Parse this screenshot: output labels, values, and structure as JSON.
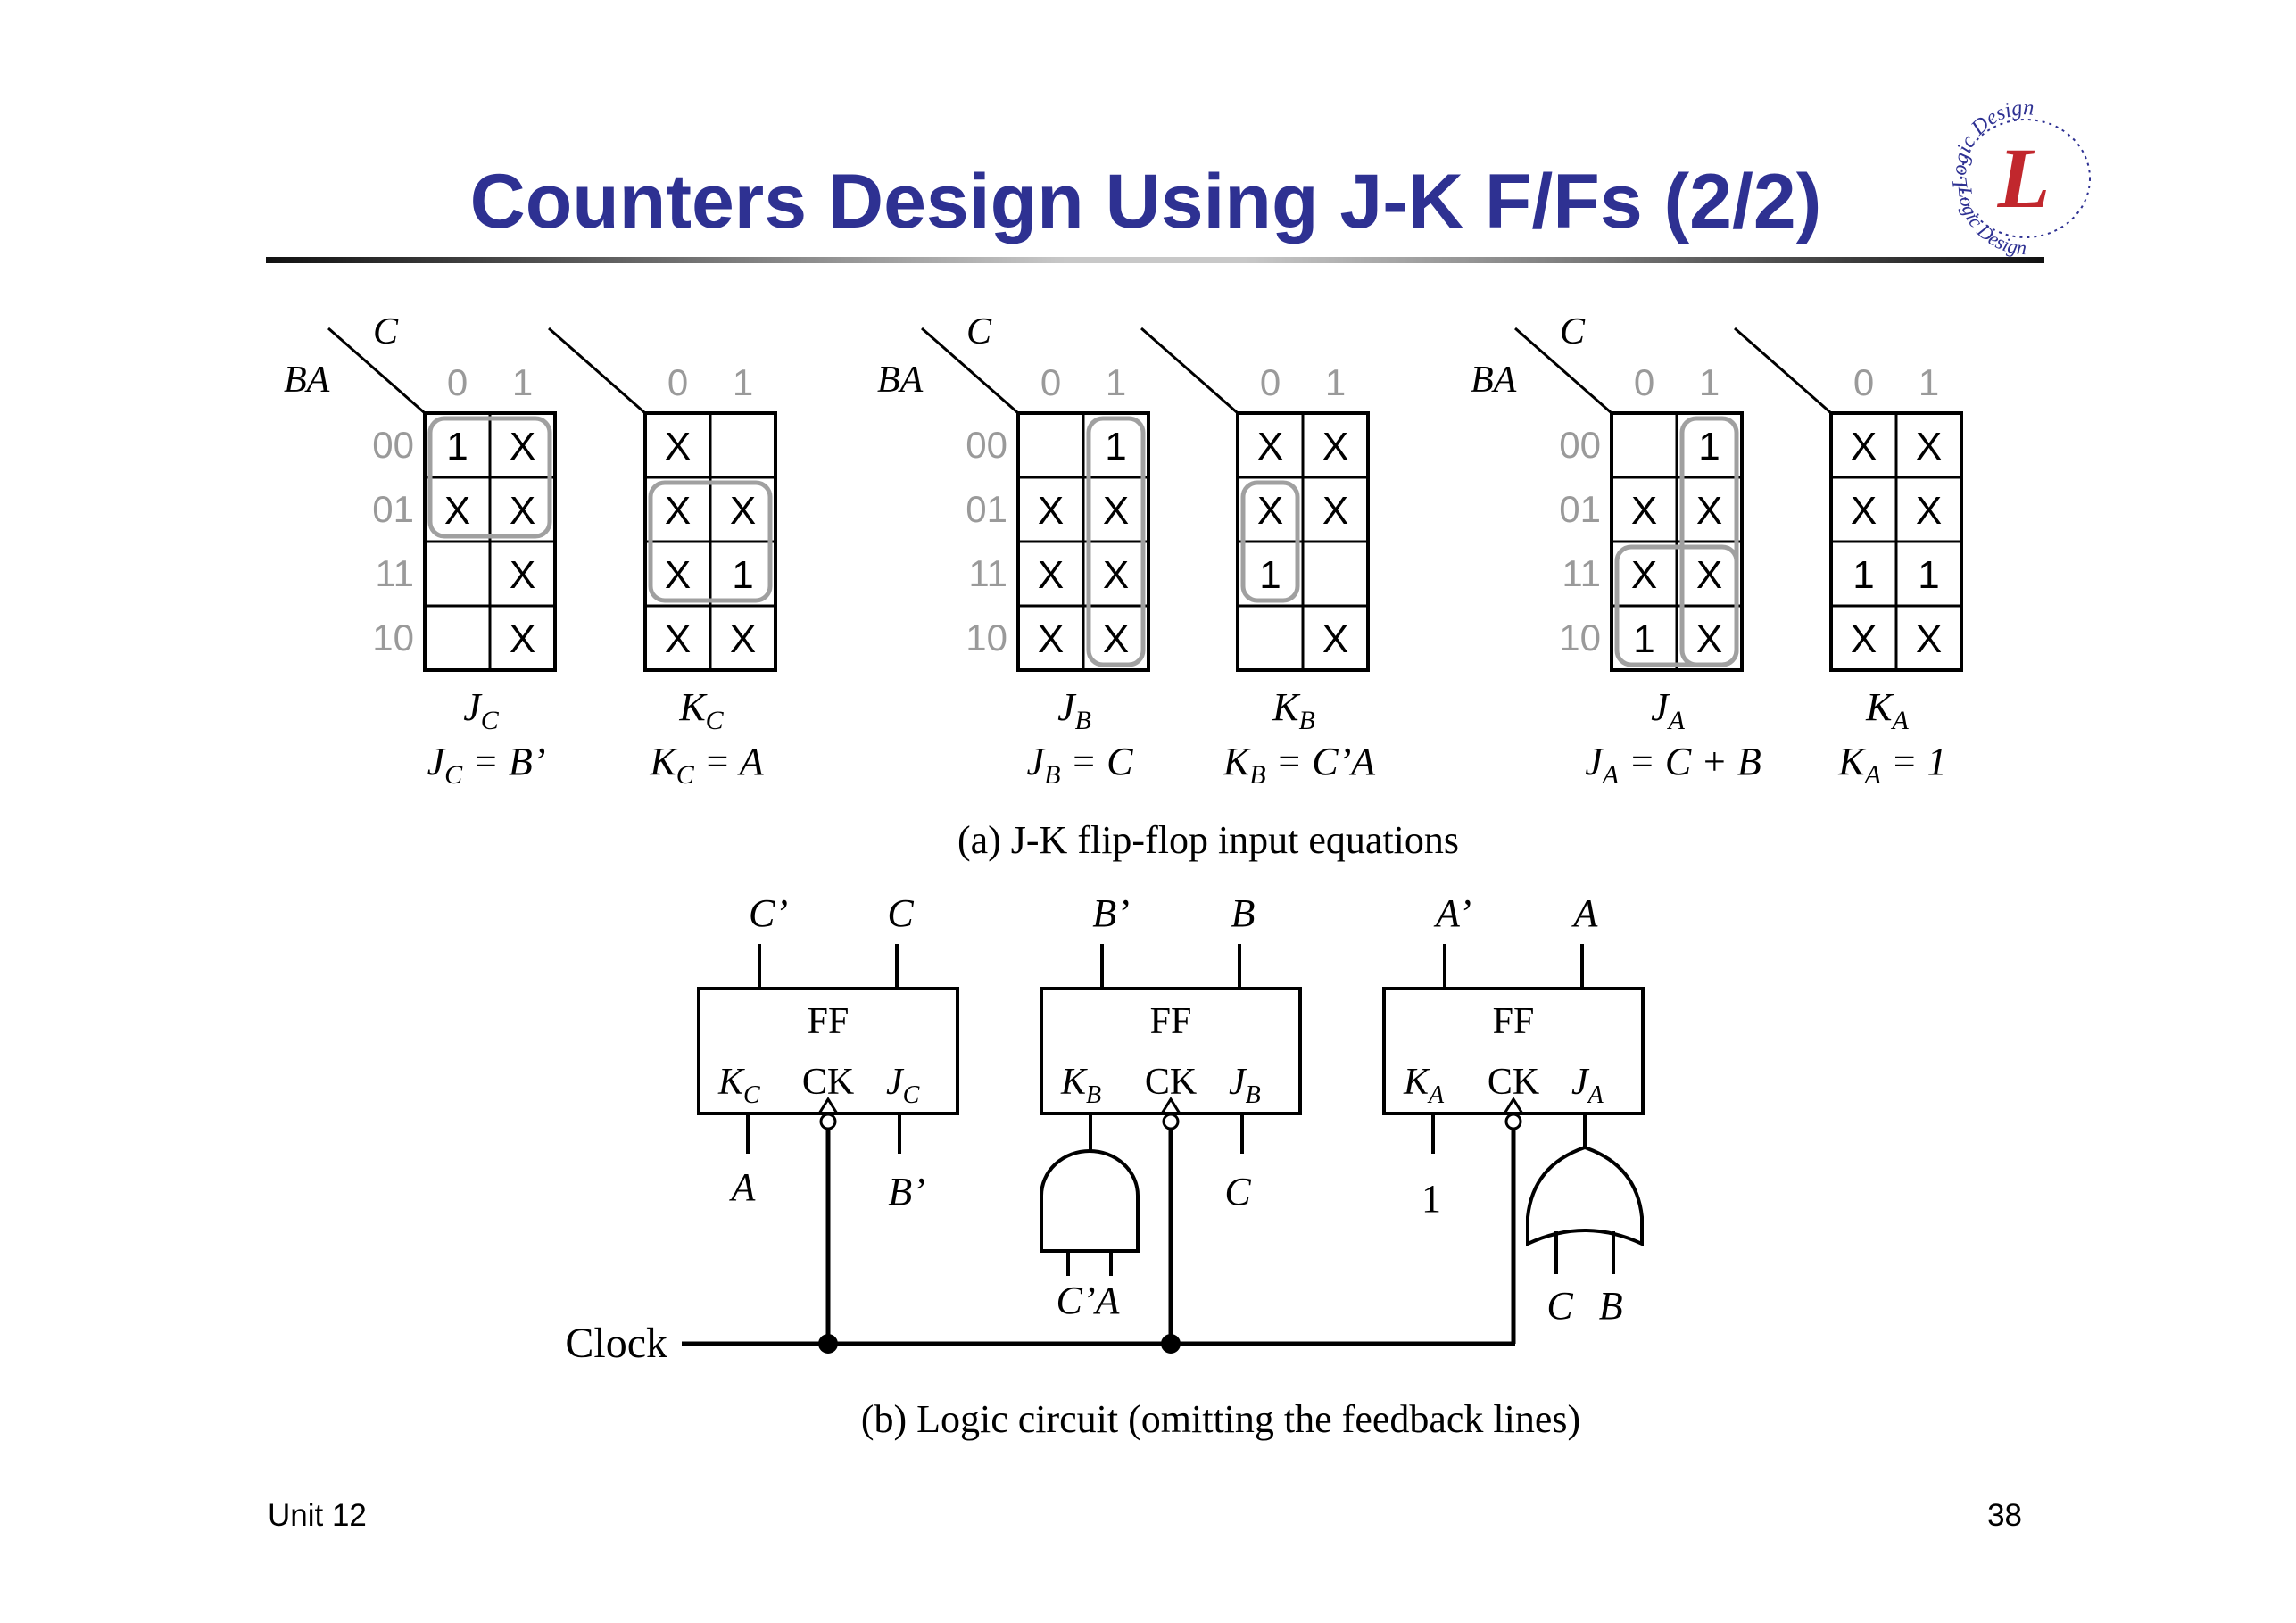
{
  "title": "Counters Design Using J-K F/Fs (2/2)",
  "logo": {
    "text_top": "Logic Design",
    "text_bottom": "Logic Design",
    "letter": "L"
  },
  "footer": {
    "unit": "Unit 12",
    "page": "38"
  },
  "kmap_axes": {
    "col_var": "C",
    "row_var": "BA",
    "col_headers": [
      "0",
      "1"
    ],
    "row_headers": [
      "00",
      "01",
      "11",
      "10"
    ]
  },
  "kmaps": [
    {
      "id": "jc",
      "has_labels": true,
      "cells": [
        [
          "1",
          "X"
        ],
        [
          "X",
          "X"
        ],
        [
          "",
          "X"
        ],
        [
          "",
          "X"
        ]
      ],
      "name": "J",
      "sub": "C",
      "eq_rhs": "= B’"
    },
    {
      "id": "kc",
      "has_labels": false,
      "cells": [
        [
          "X",
          ""
        ],
        [
          "X",
          "X"
        ],
        [
          "X",
          "1"
        ],
        [
          "X",
          "X"
        ]
      ],
      "name": "K",
      "sub": "C",
      "eq_rhs": "= A"
    },
    {
      "id": "jb",
      "has_labels": true,
      "cells": [
        [
          "",
          "1"
        ],
        [
          "X",
          "X"
        ],
        [
          "X",
          "X"
        ],
        [
          "X",
          "X"
        ]
      ],
      "name": "J",
      "sub": "B",
      "eq_rhs": "= C"
    },
    {
      "id": "kb",
      "has_labels": false,
      "cells": [
        [
          "X",
          "X"
        ],
        [
          "X",
          "X"
        ],
        [
          "1",
          ""
        ],
        [
          "",
          "X"
        ]
      ],
      "name": "K",
      "sub": "B",
      "eq_rhs": "= C’A"
    },
    {
      "id": "ja",
      "has_labels": true,
      "cells": [
        [
          "",
          "1"
        ],
        [
          "X",
          "X"
        ],
        [
          "X",
          "X"
        ],
        [
          "1",
          "X"
        ]
      ],
      "name": "J",
      "sub": "A",
      "eq_rhs": "= C + B"
    },
    {
      "id": "ka",
      "has_labels": false,
      "cells": [
        [
          "X",
          "X"
        ],
        [
          "X",
          "X"
        ],
        [
          "1",
          "1"
        ],
        [
          "X",
          "X"
        ]
      ],
      "name": "K",
      "sub": "A",
      "eq_rhs": "= 1"
    }
  ],
  "caption_a": "(a) J-K flip-flop input equations",
  "caption_b": "(b) Logic circuit (omitting the feedback lines)",
  "circuit": {
    "ff_label": "FF",
    "ck_label": "CK",
    "clock_label": "Clock",
    "flipflops": [
      {
        "id": "c",
        "q_bar": "C’",
        "q": "C",
        "k": "K",
        "k_sub": "C",
        "j": "J",
        "j_sub": "C",
        "k_input": "A",
        "j_input": "B’"
      },
      {
        "id": "b",
        "q_bar": "B’",
        "q": "B",
        "k": "K",
        "k_sub": "B",
        "j": "J",
        "j_sub": "B",
        "k_input": "C’A",
        "j_input": "C"
      },
      {
        "id": "a",
        "q_bar": "A’",
        "q": "A",
        "k": "K",
        "k_sub": "A",
        "j": "J",
        "j_sub": "A",
        "k_input": "1",
        "j_input": "C B"
      }
    ]
  },
  "colors": {
    "title": "#2e3192",
    "grid": "#000000",
    "axis_gray": "#9a9a9a",
    "group": "#a0a0a0",
    "logo": "#2e3192",
    "logo_letter": "#c1272d"
  }
}
